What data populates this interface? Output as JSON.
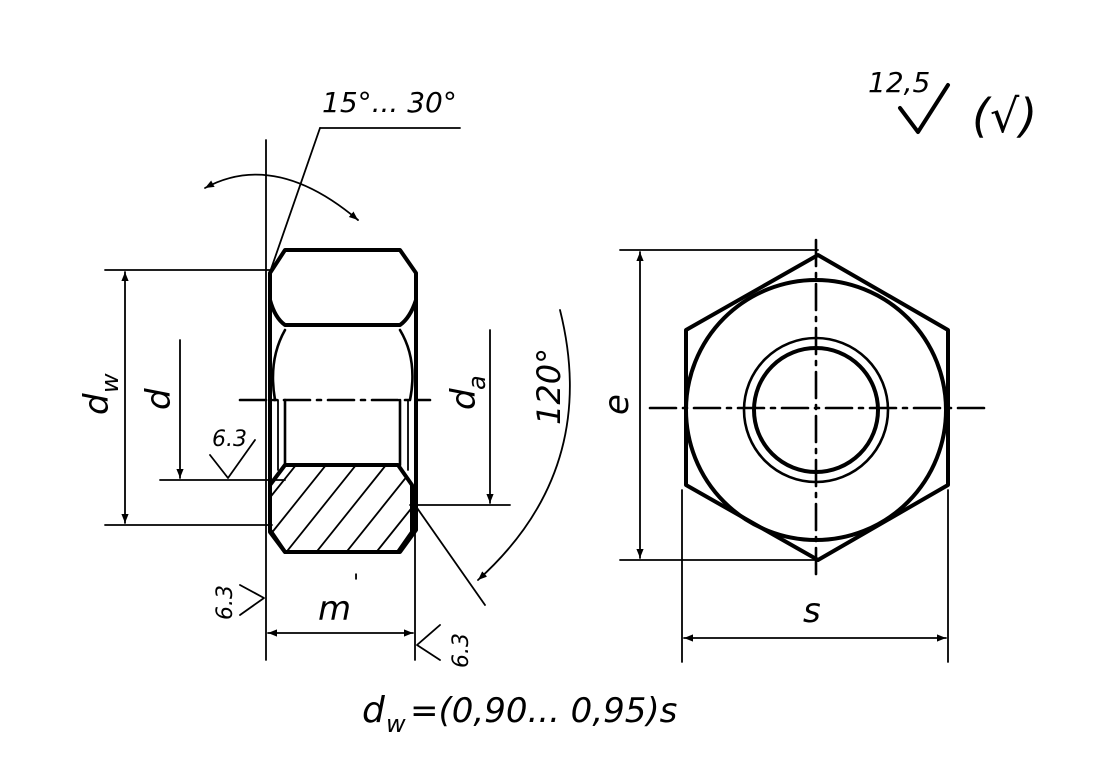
{
  "labels": {
    "angle_range": "15°... 30°",
    "dw": "d",
    "dw_sub": "w",
    "d": "d",
    "da": "d",
    "da_sub": "a",
    "angle_120": "120°",
    "e": "e",
    "m": "m",
    "s": "s",
    "roughness_63": "6.3",
    "roughness_top": "12,5",
    "roughness_paren": "(√)",
    "formula_d": "d",
    "formula_sub": "w",
    "formula_rest": "=(0,90... 0,95)s"
  }
}
